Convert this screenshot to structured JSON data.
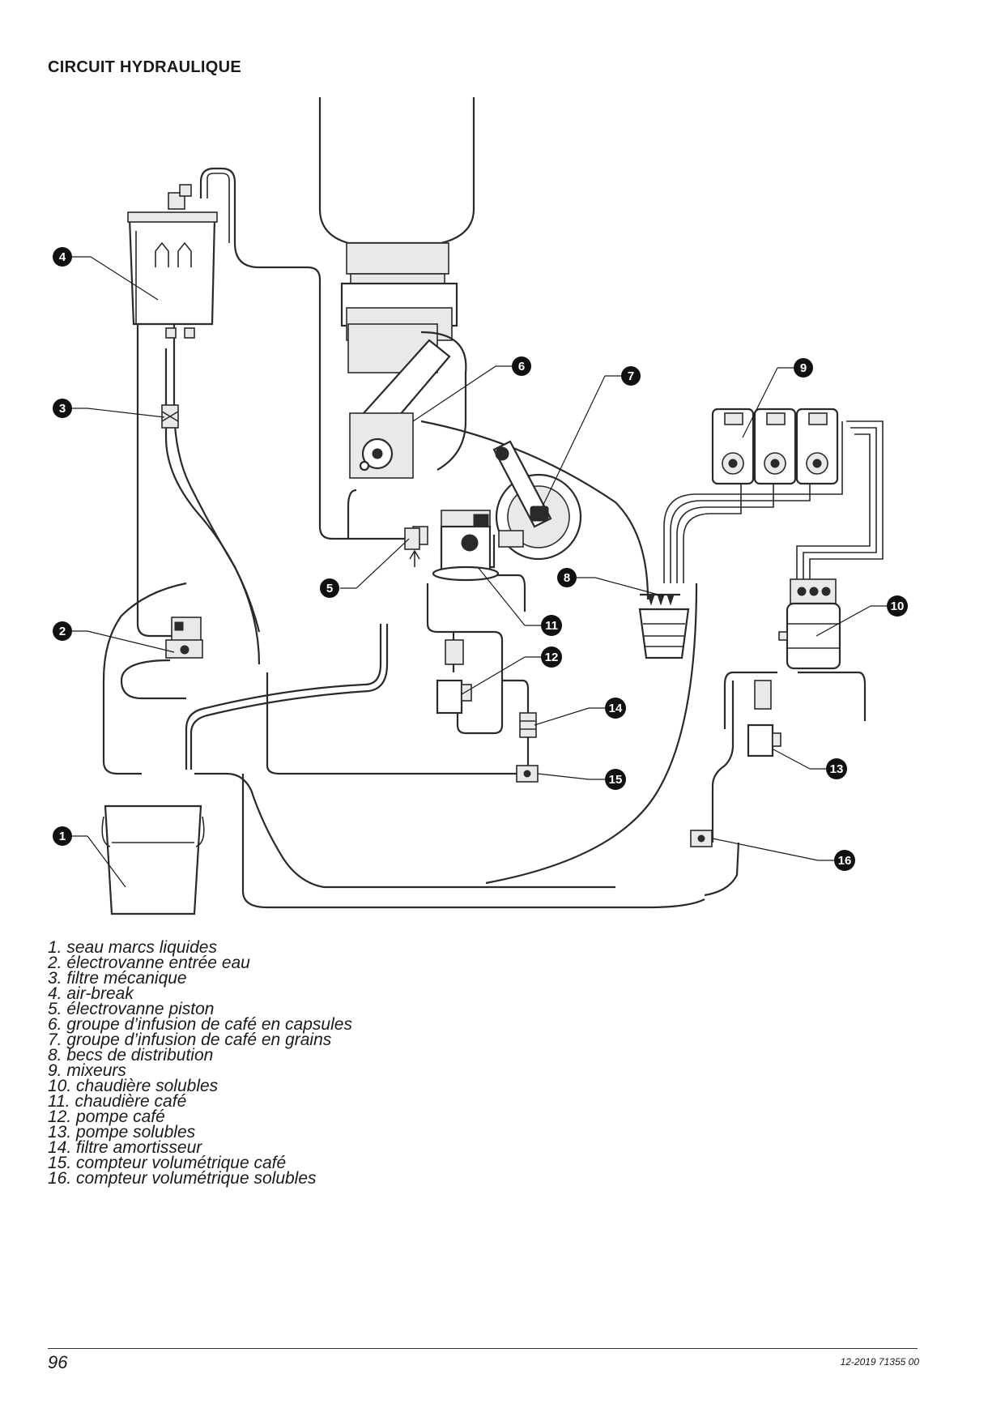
{
  "title": "CIRCUIT HYDRAULIQUE",
  "callouts": [
    {
      "n": "1"
    },
    {
      "n": "2"
    },
    {
      "n": "3"
    },
    {
      "n": "4"
    },
    {
      "n": "5"
    },
    {
      "n": "6"
    },
    {
      "n": "7"
    },
    {
      "n": "8"
    },
    {
      "n": "9"
    },
    {
      "n": "10"
    },
    {
      "n": "11"
    },
    {
      "n": "12"
    },
    {
      "n": "13"
    },
    {
      "n": "14"
    },
    {
      "n": "15"
    },
    {
      "n": "16"
    }
  ],
  "legend": [
    {
      "num": "1.",
      "text": "seau marcs liquides"
    },
    {
      "num": "2.",
      "text": "électrovanne entrée eau"
    },
    {
      "num": "3.",
      "text": "filtre mécanique"
    },
    {
      "num": "4.",
      "text": "air-break"
    },
    {
      "num": "5.",
      "text": "électrovanne piston"
    },
    {
      "num": "6.",
      "text": "groupe d’infusion de café en capsules"
    },
    {
      "num": "7.",
      "text": "groupe d’infusion de café en grains"
    },
    {
      "num": "8.",
      "text": "becs de distribution"
    },
    {
      "num": "9.",
      "text": "mixeurs"
    },
    {
      "num": "10.",
      "text": "chaudière solubles"
    },
    {
      "num": "11.",
      "text": "chaudière café"
    },
    {
      "num": "12.",
      "text": "pompe café"
    },
    {
      "num": "13.",
      "text": "pompe solubles"
    },
    {
      "num": "14.",
      "text": "filtre amortisseur"
    },
    {
      "num": "15.",
      "text": "compteur volumétrique café"
    },
    {
      "num": "16.",
      "text": "compteur volumétrique solubles"
    }
  ],
  "footer": {
    "page_number": "96",
    "doc_ref": "12-2019 71355 00"
  }
}
